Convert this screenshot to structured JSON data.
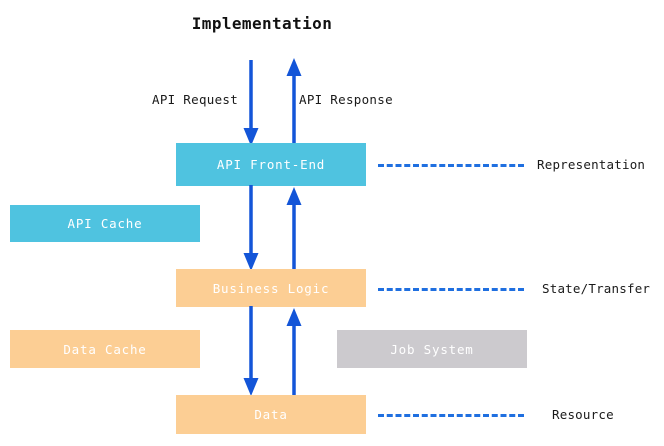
{
  "title": "Implementation",
  "colors": {
    "blue_node": "#4FC3E0",
    "peach_node": "#FCCE94",
    "grey_node": "#CCCACE",
    "arrow": "#1355D8",
    "dashed": "#1f6FE0",
    "text_dark": "#1a1a1a",
    "node_text": "#ffffff",
    "background": "#ffffff"
  },
  "nodes": {
    "api_frontend": "API Front-End",
    "api_cache": "API Cache",
    "business_logic": "Business Logic",
    "data_cache": "Data Cache",
    "job_system": "Job System",
    "data": "Data"
  },
  "arrow_labels": {
    "api_request": "API Request",
    "api_response": "API Response"
  },
  "tier_labels": {
    "representation": "Representation",
    "state_transfer": "State/Transfer",
    "resource": "Resource"
  }
}
